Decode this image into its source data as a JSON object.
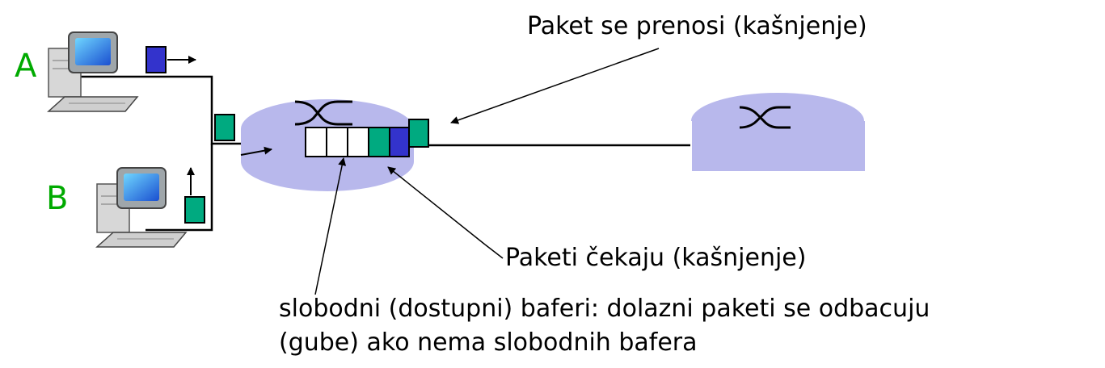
{
  "hosts": {
    "a_label": "A",
    "b_label": "B"
  },
  "annotations": {
    "transmission": "Paket se prenosi (kašnjenje)",
    "queueing": "Paketi čekaju (kašnjenje)",
    "buffers_line1": "slobodni (dostupni) baferi: dolazni paketi se odbacuju",
    "buffers_line2": "(gube) ako nema slobodnih bafera"
  },
  "colors": {
    "host_label": "#00aa00",
    "packet_blue": "#3333cc",
    "packet_green": "#00aa80",
    "router": "#b8b8ec"
  },
  "icons": [
    "computer-icon",
    "router-icon",
    "packet-icon",
    "arrow-icon"
  ]
}
